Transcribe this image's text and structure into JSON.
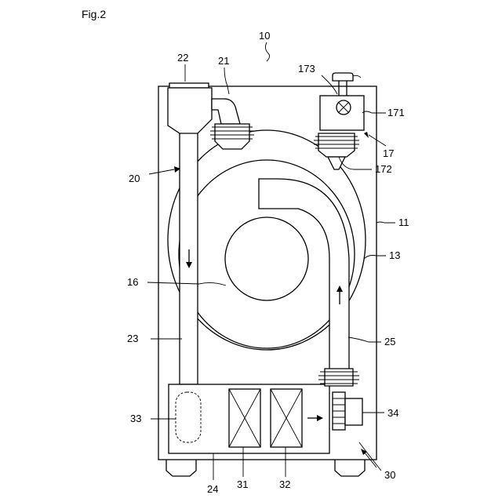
{
  "figure": {
    "title": "Fig.2"
  },
  "labels": {
    "l10": "10",
    "l11": "11",
    "l13": "13",
    "l16": "16",
    "l17": "17",
    "l171": "171",
    "l172": "172",
    "l173": "173",
    "l20": "20",
    "l21": "21",
    "l22": "22",
    "l23": "23",
    "l24": "24",
    "l25": "25",
    "l30": "30",
    "l31": "31",
    "l32": "32",
    "l33": "33",
    "l34": "34"
  }
}
